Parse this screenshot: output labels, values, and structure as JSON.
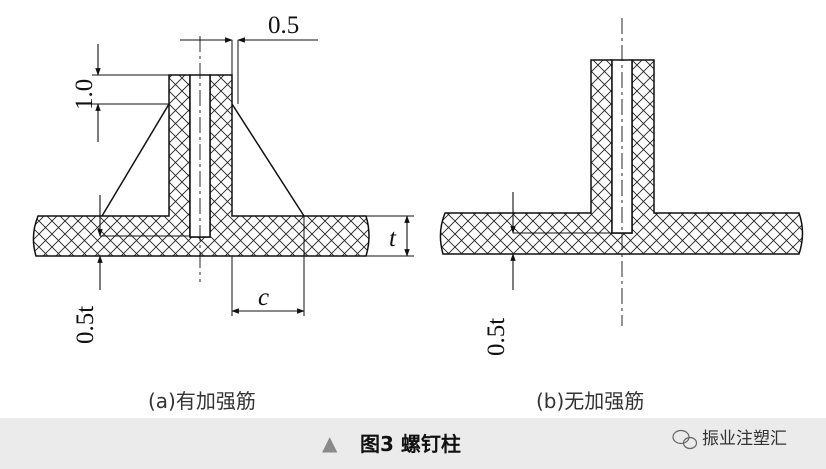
{
  "dimensions": {
    "top_gap": "0.5",
    "head_height": "1.0",
    "wall_t": "t",
    "rib_c": "c",
    "root_a": "0.5t",
    "root_b": "0.5t"
  },
  "captions": {
    "a": "(a)有加强筋",
    "b": "(b)无加强筋"
  },
  "figure_title": "图3 螺钉柱",
  "title_marker": "▲",
  "watermark": "振业注塑汇",
  "colors": {
    "stroke": "#111111",
    "band": "#ebebeb",
    "marker": "#8a8a8a"
  }
}
